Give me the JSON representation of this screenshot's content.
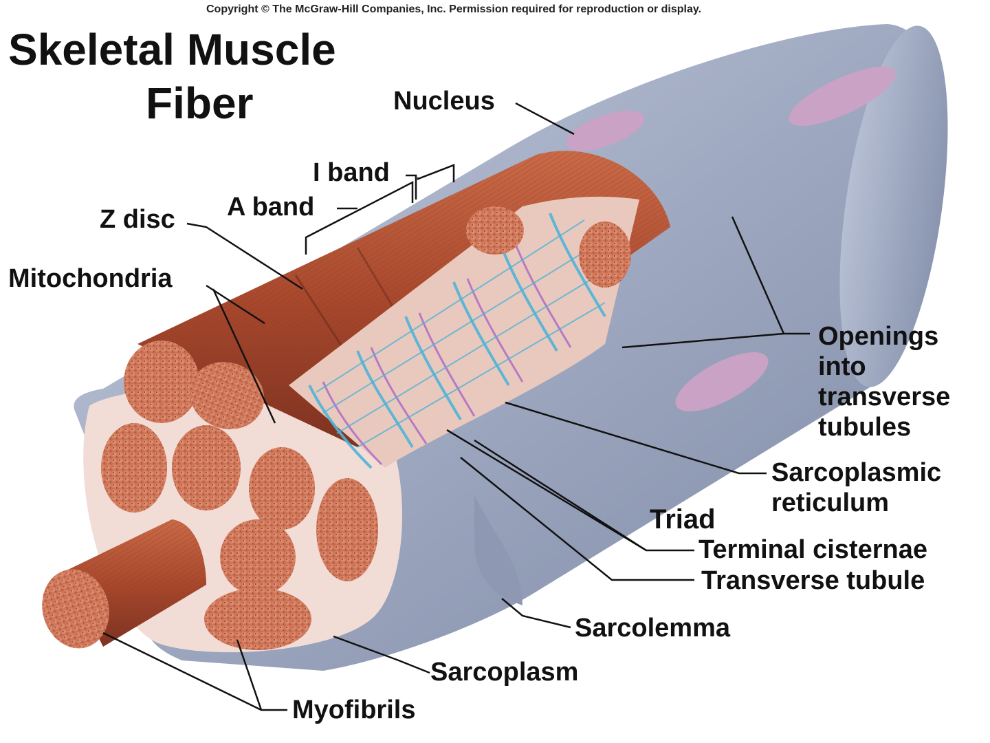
{
  "copyright": "Copyright © The McGraw-Hill Companies, Inc. Permission required for reproduction or display.",
  "title": {
    "line1": "Skeletal Muscle",
    "line2": "Fiber"
  },
  "labels": {
    "nucleus": "Nucleus",
    "i_band": "I band",
    "a_band": "A band",
    "z_disc": "Z disc",
    "mitochondria": "Mitochondria",
    "openings": [
      "Openings",
      "into",
      "transverse",
      "tubules"
    ],
    "sarcoplasmic": [
      "Sarcoplasmic",
      "reticulum"
    ],
    "triad": "Triad",
    "terminal_cisternae": "Terminal cisternae",
    "transverse_tubule": "Transverse tubule",
    "sarcolemma": "Sarcolemma",
    "sarcoplasm": "Sarcoplasm",
    "myofibrils": "Myofibrils"
  },
  "colors": {
    "sarcolemma": "#a9b3c9",
    "myofibril": "#b8583a",
    "myofibril_face": "#d9805e",
    "reticulum": "#4fb3d8",
    "t_tubule": "#b779c4",
    "nucleus": "#c9a2c6",
    "leader": "#111111"
  }
}
